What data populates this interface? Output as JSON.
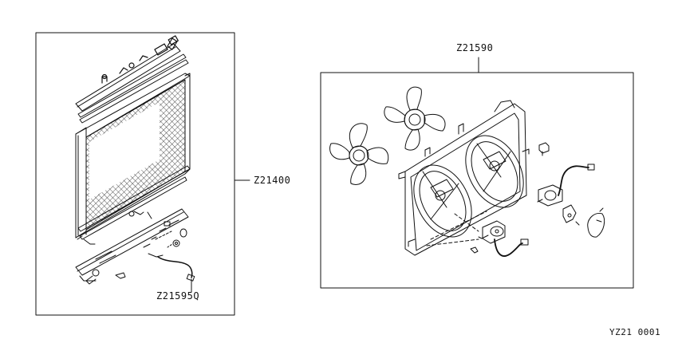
{
  "labels": {
    "radiator_kit": "Z21400",
    "fan_assembly": "Z21590",
    "hose_harness": "Z21595Q",
    "sheet_code": "YZ21 0001"
  },
  "colors": {
    "line": "#111111",
    "paper": "#ffffff"
  },
  "icons": [
    "radiator-icon",
    "fan-blade-icon",
    "fan-shroud-icon",
    "fan-motor-icon",
    "wire-harness-icon",
    "connector-icon",
    "bracket-icon",
    "cap-icon"
  ]
}
